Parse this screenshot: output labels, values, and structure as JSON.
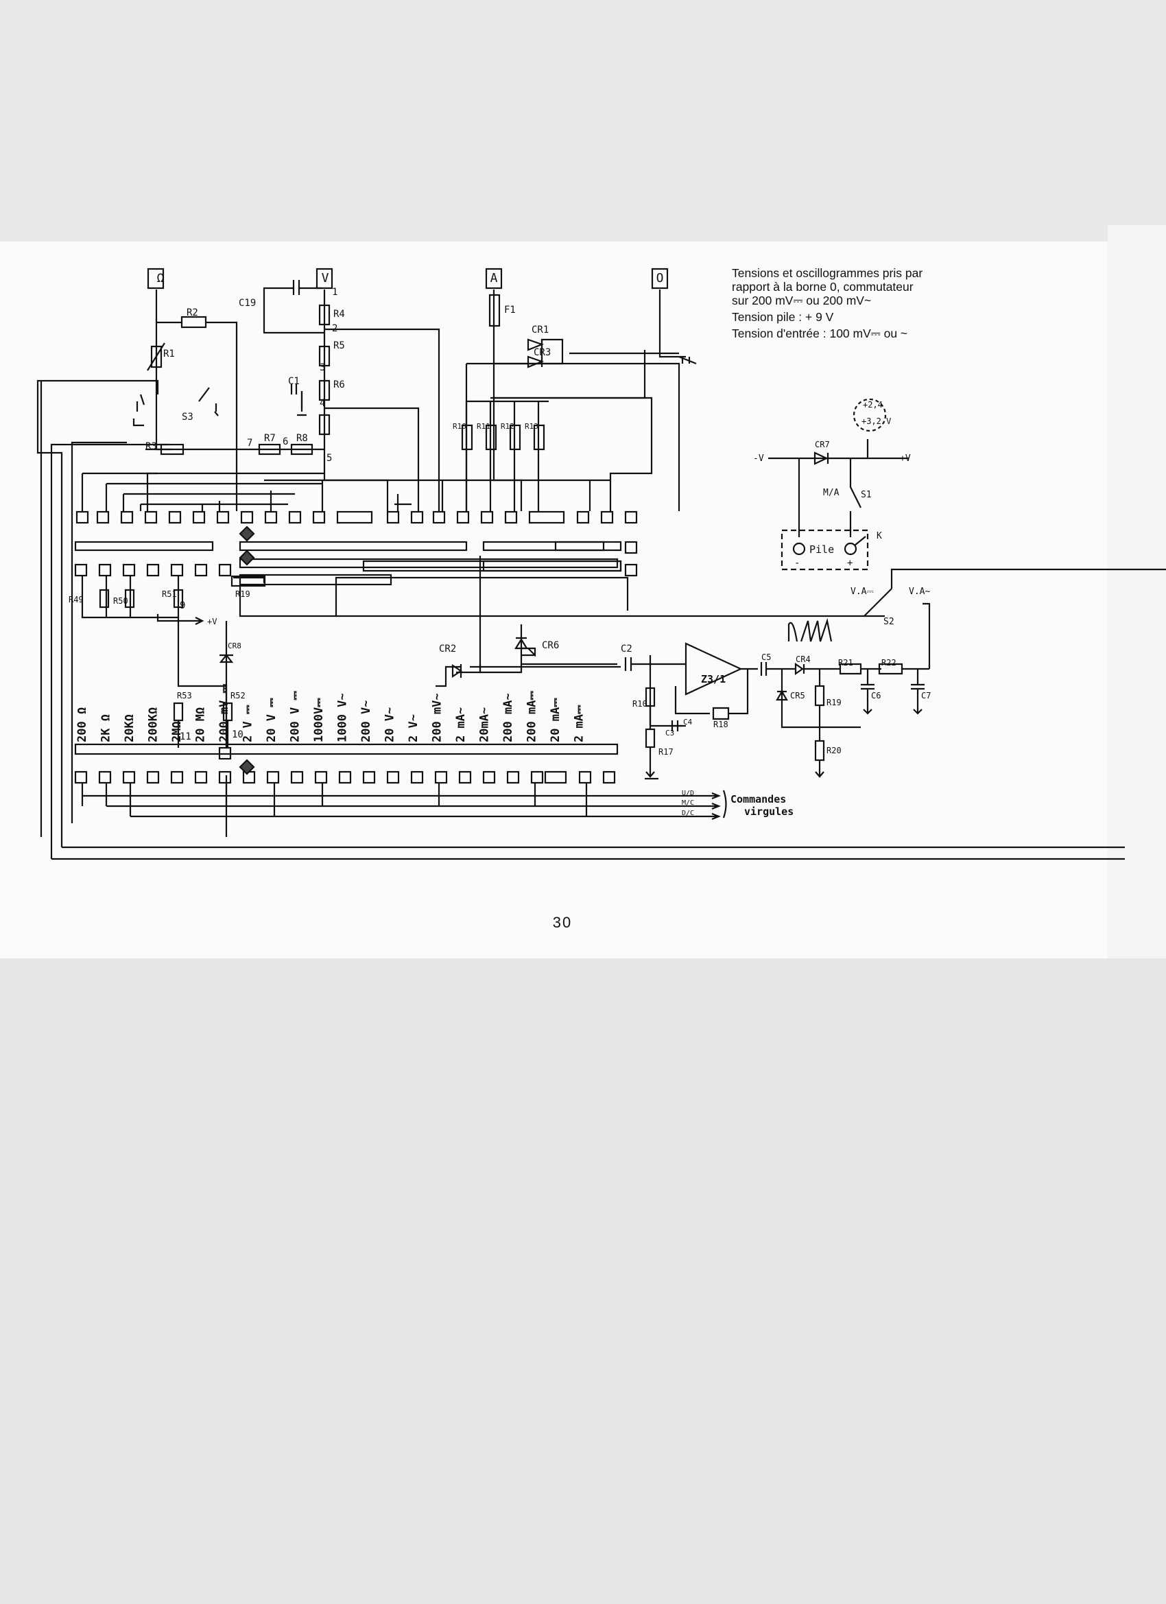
{
  "page": {
    "number": "30"
  },
  "notes": {
    "line1": "Tensions et oscillogrammes pris par",
    "line2": "rapport à la borne 0, commutateur",
    "line3": "sur 200 mV⎓ ou 200 mV~",
    "line4": "Tension pile :  + 9 V",
    "line5": "Tension d'entrée : 100 mV⎓ ou ~"
  },
  "terminals": {
    "ohm": "Ω",
    "volt": "V",
    "amp": "A",
    "common": "O"
  },
  "components": {
    "r1": "R1",
    "r2": "R2",
    "r3": "R3",
    "r4": "R4",
    "r5": "R5",
    "r6": "R6",
    "r7": "R7",
    "r8": "R8",
    "r10": "R10",
    "r11": "R11",
    "r12": "R12",
    "r13": "R13",
    "r17": "R17",
    "r18": "R18",
    "r19": "R19",
    "r20": "R20",
    "r21": "R21",
    "r22": "R22",
    "r49": "R49",
    "r50": "R50",
    "r51": "R51",
    "r52": "R52",
    "r53": "R53",
    "c1": "C1",
    "c2": "C2",
    "c3": "C3",
    "c4": "C4",
    "c5": "C5",
    "c6": "C6",
    "c7": "C7",
    "c19": "C19",
    "cr1": "CR1",
    "cr2": "CR2",
    "cr3": "CR3",
    "cr4": "CR4",
    "cr5": "CR5",
    "cr6": "CR6",
    "cr7": "CR7",
    "f1": "F1",
    "s1": "S1",
    "s2": "S2",
    "s3": "S3",
    "ic": "Z3/1",
    "pile": "Pile",
    "ma": "M/A",
    "k": "K",
    "v_ac": "V.A~",
    "v_dc": "V.A⎓",
    "zener": "CR8"
  },
  "node_numbers": {
    "n1": "1",
    "n2": "2",
    "n3": "3",
    "n4": "4",
    "n5": "5",
    "n6": "6",
    "n7": "7",
    "n9": "9",
    "n10": "10",
    "n11": "11"
  },
  "battery_voltages": {
    "v1": "+2,4",
    "v2": "+3,2 V"
  },
  "supply_labels": {
    "neg_v": "-V",
    "pos_v": "+V",
    "plus": "+",
    "minus": "-"
  },
  "ranges": [
    "200 Ω",
    "2K Ω",
    "20KΩ",
    "200KΩ",
    "2MΩ",
    "20 MΩ",
    "200 mV ⎓",
    "2 V ⎓",
    "20 V ⎓",
    "200 V ⎓",
    "1000V⎓",
    "1000 V~",
    "200 V~",
    "20 V~",
    "2 V~",
    "200 mV~",
    "2 mA~",
    "20mA~",
    "200 mA~",
    "200 mA⎓",
    "20 mA⎓",
    "2 mA⎓"
  ],
  "command_lines": {
    "l1": "U/D",
    "l2": "M/C",
    "l3": "D/C"
  },
  "commands_label": {
    "line1": "Commandes",
    "line2": "virgules"
  }
}
